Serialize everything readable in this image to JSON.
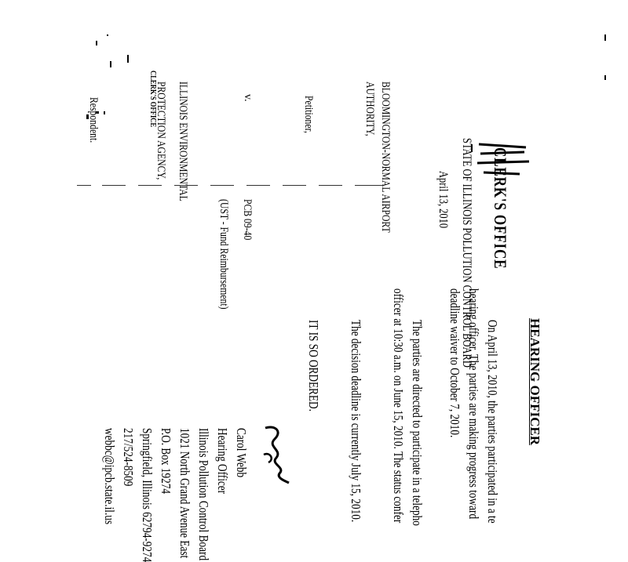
{
  "header": {
    "hearing_officer": "HEARING OFFICER"
  },
  "order": {
    "para1_line1": "On April 13, 2010, the parties participated in a te",
    "para1_line2": "hearing officer.  The parties are making progress toward",
    "para1_line3": "deadline waiver to October 7, 2010.",
    "para2_line1": "The parties are directed to participate in a telepho",
    "para2_line2": "officer at 10:30 a.m. on June 15, 2010.  The status confer",
    "para3": "The decision deadline is currently July 15, 2010.",
    "ordered": "IT IS SO ORDERED."
  },
  "signature": {
    "name": "Carol Webb",
    "title": "Hearing Officer",
    "agency": "Illinois Pollution Control Board",
    "street": "1021 North Grand Avenue East",
    "po_box": "P.O. Box 19274",
    "city": "Springfield, Illinois 62794-9274",
    "phone": "217/524-8509",
    "email": "webbc@ipcb.state.il.us"
  },
  "caption": {
    "petitioner_line1": "BLOOMINGTON-NORMAL AIRPORT",
    "petitioner_line2": "AUTHORITY,",
    "petitioner_role": "Petitioner,",
    "versus": "v.",
    "respondent_line1": "ILLINOIS ENVIRONMENTAL",
    "respondent_line2": "PROTECTION AGENCY,",
    "respondent_role": "Respondent.",
    "case_no": "PCB 09-40",
    "case_type": "(UST - Fund Reimbursement)"
  },
  "stamp": {
    "received": "CLERK'S OFFICE",
    "stamp_line": "STATE OF ILLINOIS POLLUTION CONTROL BOARD",
    "date": "April 13, 2010"
  }
}
